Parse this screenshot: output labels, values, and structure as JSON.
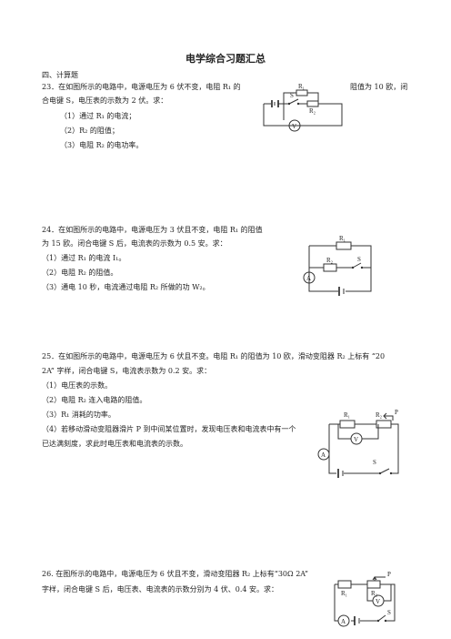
{
  "title": "电学综合习题汇总",
  "section": "四、计算题",
  "q23": {
    "line1a": "23．在如图所示的电路中，电源电压为 6 伏不变，电阻 R₁ 的",
    "line1b": "阻值为 10 欧，闭",
    "line2": "合电键 S，电压表的示数为 2 伏。求：",
    "items": [
      "（1）通过 R₁ 的电流；",
      "（2）R₂ 的阻值；",
      "（3）电阻 R₂ 的电功率。"
    ],
    "labels": {
      "r1": "R₁",
      "r2": "R₂",
      "s": "S",
      "v": "V"
    }
  },
  "q24": {
    "line1": "24．在如图所示的电路中，电源电压为 3 伏且不变，电阻 R₁ 的阻值",
    "line2": "为 15 欧。闭合电键 S 后，电流表的示数为 0.5 安。求：",
    "items": [
      "（1）通过 R₁ 的电流 I₁。",
      "（2）电阻 R₂ 的阻值。",
      "（3）通电 10 秒，电流通过电阻 R₂ 所做的功 W₂。"
    ],
    "labels": {
      "r1": "R₁",
      "r2": "R₂",
      "s": "S",
      "a": "A"
    }
  },
  "q25": {
    "line1": "25．在如图所示的电路中，电源电压为 6 伏且不变。电阻 R₁ 的阻值为 10 欧，滑动变阻器 R₂ 上标有 “20",
    "line2": "2A” 字样，闭合电键 S，电流表示数为 0.2 安。求：",
    "items": [
      "（1）电压表的示数。",
      "（2）电阻 R₂ 连入电路的阻值。",
      "（3）R₁ 消耗的功率。",
      "（4）若移动滑动变阻器滑片 P 到中间某位置时，发现电压表和电流表中有一个"
    ],
    "line_last": "已达满刻度，求此时电压表和电流表的示数。",
    "labels": {
      "r1": "R₁",
      "r2": "R₂",
      "p": "P",
      "s": "S",
      "v": "V",
      "a": "A"
    }
  },
  "q26": {
    "line1": "26. 在图所示的电路中，电源电压为 6 伏且不变，滑动变阻器 R₂ 上标有“30Ω 2A”",
    "line2": "字样，闭合电键 S 后，电压表、电流表的示数分别为 4 伏、0.4 安。求：",
    "labels": {
      "r1": "R₁",
      "r2": "R₂",
      "p": "P",
      "s": "S",
      "v": "V",
      "a": "A"
    }
  }
}
